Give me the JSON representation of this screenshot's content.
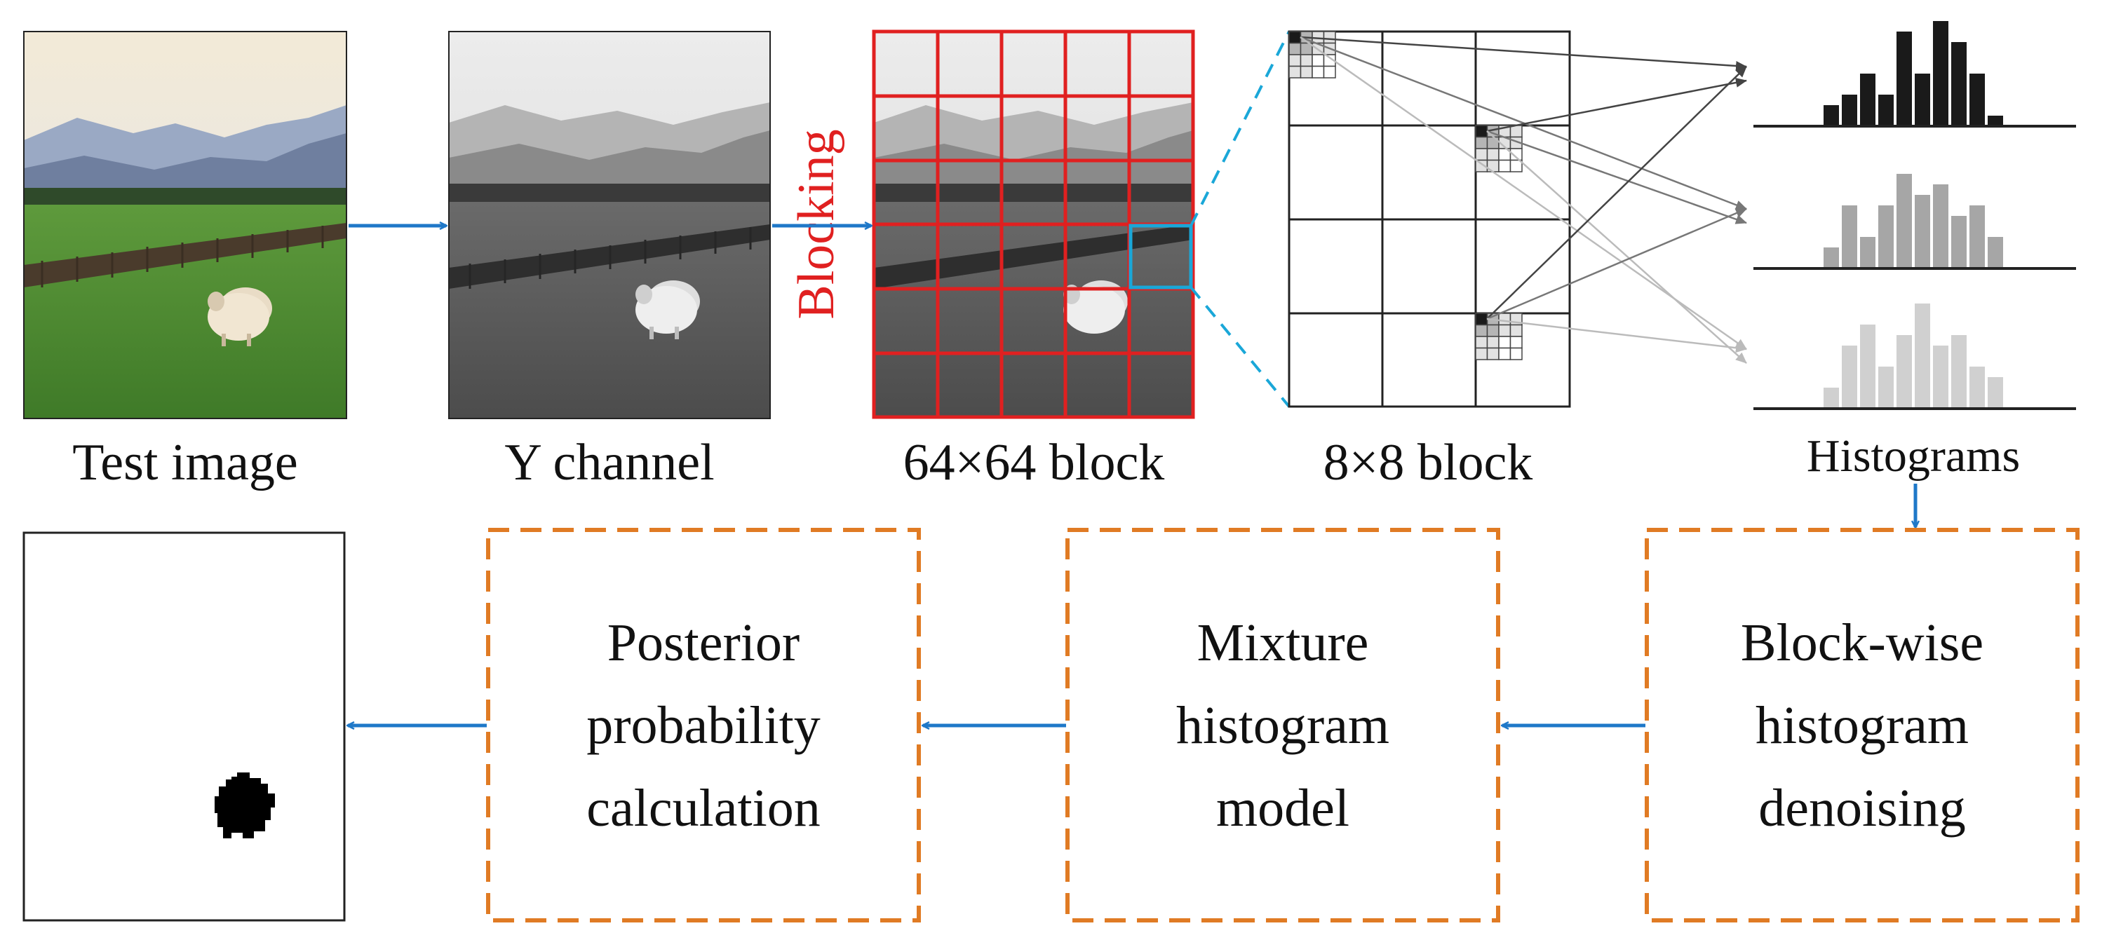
{
  "top_row": {
    "test_image_label": "Test image",
    "y_channel_label": "Y channel",
    "blocking_label": "Blocking",
    "block64_label": "64×64 block",
    "block8_label": "8×8 block",
    "histograms_label": "Histograms"
  },
  "process_boxes": {
    "posterior": [
      "Posterior",
      "probability",
      "calculation"
    ],
    "mixture": [
      "Mixture",
      "histogram",
      "model"
    ],
    "denoising": [
      "Block-wise",
      "histogram",
      "denoising"
    ]
  },
  "histogram_levels": {
    "dark": [
      2,
      3,
      5,
      3,
      9,
      5,
      10,
      8,
      5,
      1
    ],
    "mid": [
      2,
      6,
      3,
      6,
      9,
      7,
      8,
      5,
      6,
      3
    ],
    "light": [
      2,
      6,
      8,
      4,
      7,
      10,
      6,
      7,
      4,
      3
    ]
  },
  "colors": {
    "flow_arrow": "#1f78c8",
    "process_border": "#e07b24",
    "grid_red": "#e02020",
    "highlight_cyan": "#1aa7d8",
    "hist_dark": "#1a1a1a",
    "hist_mid": "#a6a6a6",
    "hist_light": "#d0d0d0"
  },
  "icons": {
    "arrow": "flow-arrow-icon",
    "sheep": "sheep-icon"
  }
}
